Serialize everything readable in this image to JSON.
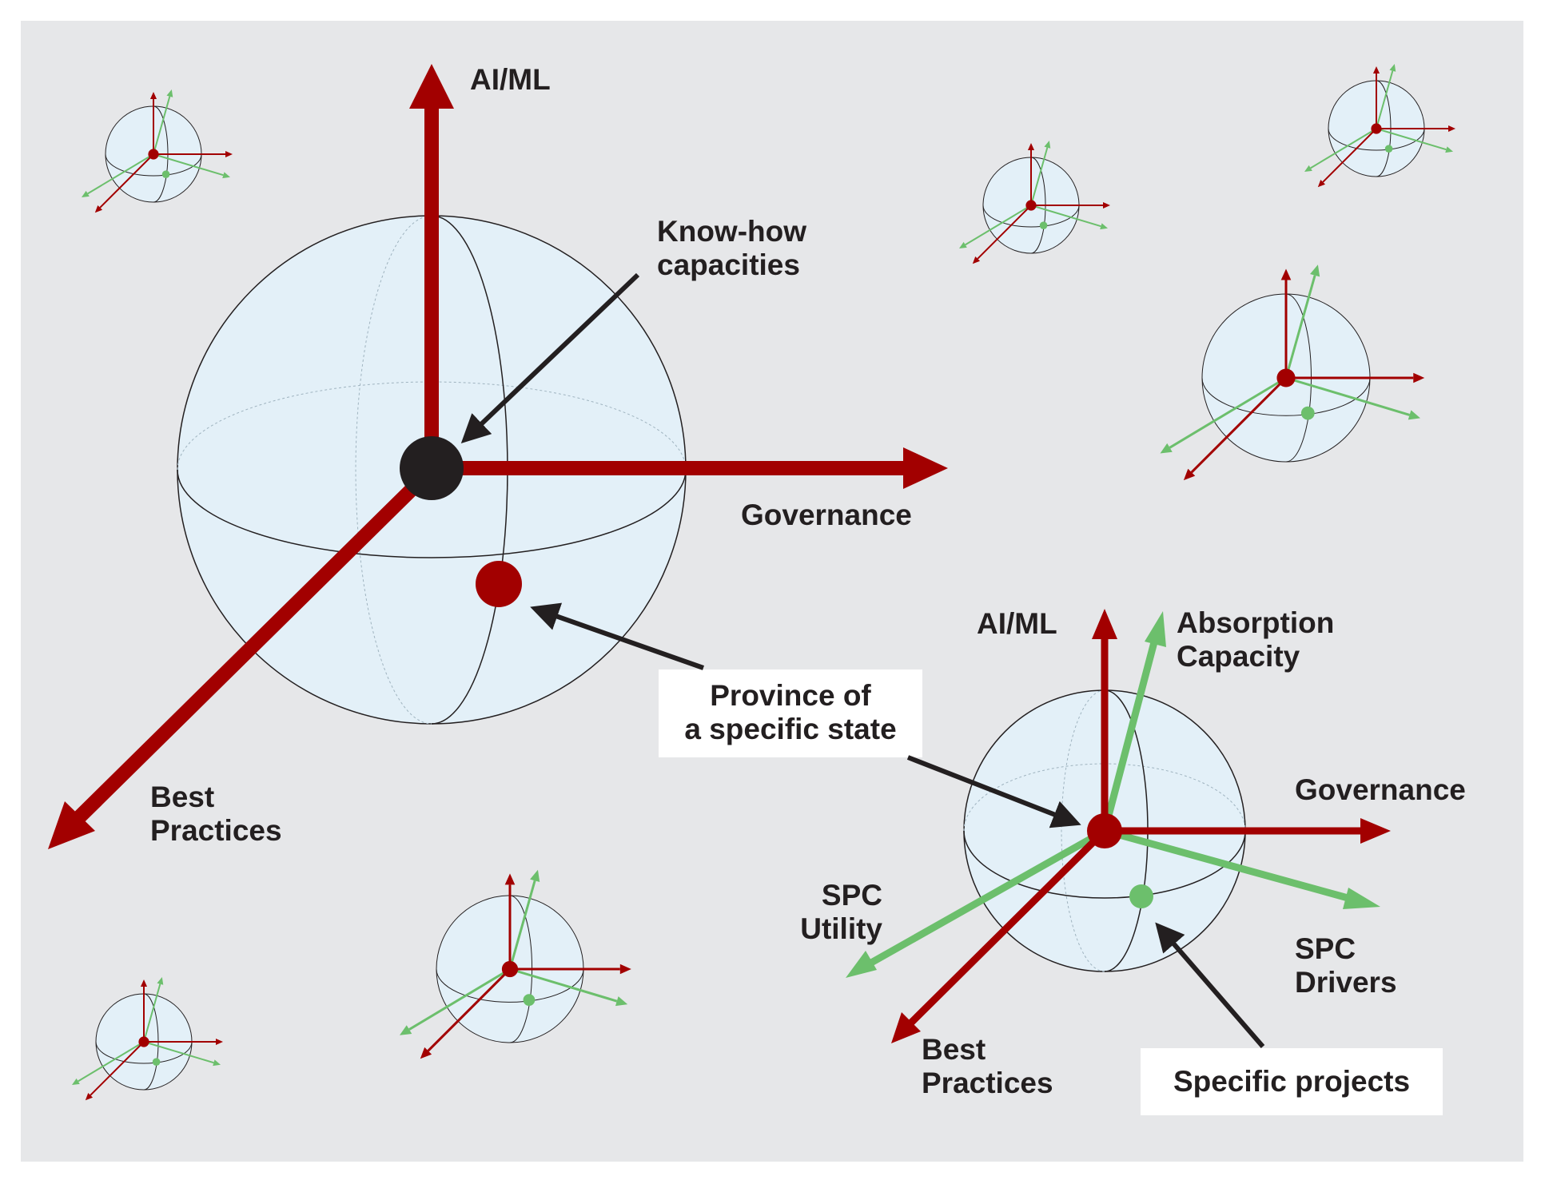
{
  "colors": {
    "background": "#e6e7e9",
    "sphere_fill": "#e3f0f8",
    "axis_red": "#a20000",
    "axis_green": "#6cbf6c",
    "pointer_black": "#231f20"
  },
  "main_sphere": {
    "axis_up": "AI/ML",
    "axis_right": "Governance",
    "axis_down_left": [
      "Best",
      "Practices"
    ],
    "center_callout": [
      "Know-how",
      "capacities"
    ]
  },
  "center_callout_box": [
    "Province of",
    "a specific state"
  ],
  "detail_sphere": {
    "axis_up": "AI/ML",
    "axis_green_up": [
      "Absorption",
      "Capacity"
    ],
    "axis_right": "Governance",
    "axis_green_right": [
      "SPC",
      "Drivers"
    ],
    "axis_green_left": [
      "SPC",
      "Utility"
    ],
    "axis_down_left": [
      "Best",
      "Practices"
    ],
    "point_callout": "Specific projects"
  },
  "icons": {
    "main": "globe-axes-icon",
    "small": "mini-globe-axes-icon"
  }
}
